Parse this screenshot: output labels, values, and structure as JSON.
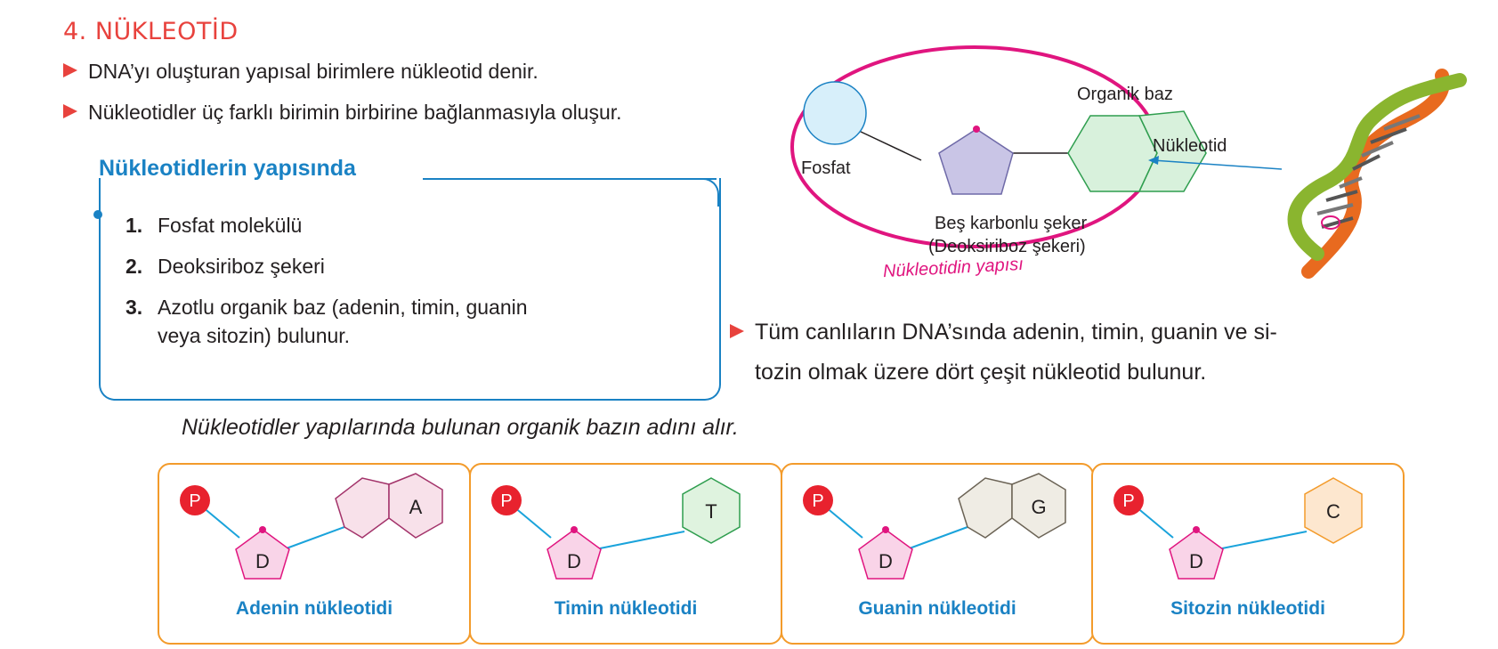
{
  "section": {
    "title": "4. NÜKLEOTİD",
    "bullets": [
      "DNA’yı oluşturan yapısal birimlere nükleotid denir.",
      "Nükleotidler üç farklı birimin birbirine bağlanmasıyla oluşur."
    ]
  },
  "structure_box": {
    "heading": "Nükleotidlerin yapısında",
    "items": [
      {
        "num": "1.",
        "text": "Fosfat molekülü"
      },
      {
        "num": "2.",
        "text": "Deoksiriboz şekeri"
      },
      {
        "num": "3.",
        "text": "Azotlu organik baz (adenin, timin, guanin"
      },
      {
        "num": "",
        "text": "veya sitozin) bulunur."
      }
    ]
  },
  "diagram": {
    "labels": {
      "phosphate": "Fosfat",
      "base": "Organik baz",
      "sugar_line1": "Beş karbonlu şeker",
      "sugar_line2": "(Deoksiriboz şekeri)",
      "nucleotide": "Nükleotid"
    },
    "caption": "Nükleotidin yapısı",
    "colors": {
      "ellipse": "#e0157f",
      "phosphate": "#d7effa",
      "sugar": "#c9c5e6",
      "base": "#d8f1dc",
      "arrow": "#1a82c4"
    }
  },
  "bullet_right": {
    "line1": "Tüm canlıların DNA’sında adenin, timin, guanin ve si-",
    "line2": "tozin olmak üzere dört çeşit nükleotid bulunur."
  },
  "naming_note": "Nükleotidler yapılarında bulunan organik bazın adını alır.",
  "cards": [
    {
      "label": "Adenin nükleotidi",
      "phosphate": "P",
      "sugar": "D",
      "base": "A",
      "base_color": "#f8e1ea",
      "base_stroke": "#a3336a",
      "ring": "double"
    },
    {
      "label": "Timin nükleotidi",
      "phosphate": "P",
      "sugar": "D",
      "base": "T",
      "base_color": "#dff3df",
      "base_stroke": "#2f9e4f",
      "ring": "single"
    },
    {
      "label": "Guanin nükleotidi",
      "phosphate": "P",
      "sugar": "D",
      "base": "G",
      "base_color": "#efece4",
      "base_stroke": "#6b6355",
      "ring": "double"
    },
    {
      "label": "Sitozin nükleotidi",
      "phosphate": "P",
      "sugar": "D",
      "base": "C",
      "base_color": "#fde7cf",
      "base_stroke": "#f39b2b",
      "ring": "single"
    }
  ]
}
